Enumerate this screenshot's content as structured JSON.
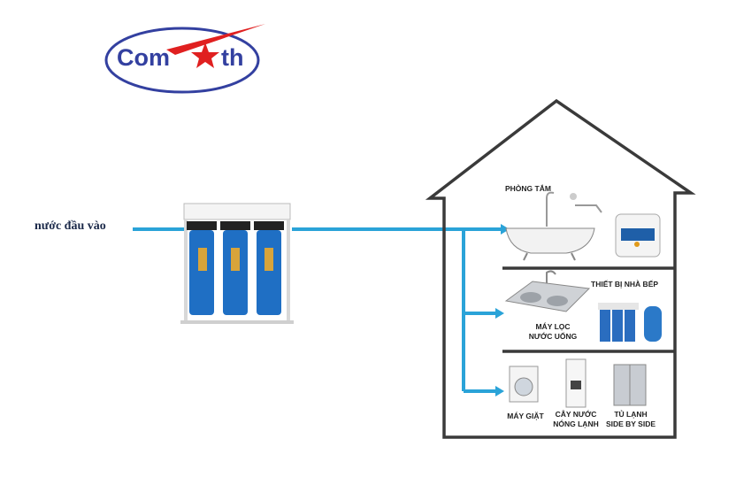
{
  "logo": {
    "text_left": "Com",
    "text_right": "th",
    "brand_blue": "#3340a0",
    "star_red": "#e02020"
  },
  "inlet_label": "nước đầu vào",
  "rooms": {
    "bathroom": "PHÒNG TẮM",
    "kitchen_appliance": "THIẾT BỊ NHÀ BẾP",
    "water_filter": "MÁY LỌC\nNƯỚC UỐNG",
    "washing_machine": "MÁY GIẶT",
    "water_dispenser": "CÂY NƯỚC\nNÓNG LẠNH",
    "fridge": "TỦ LẠNH\nSIDE BY SIDE"
  },
  "colors": {
    "pipe": "#2aa3d8",
    "house_outline": "#3a3a3a",
    "filter_blue": "#1f6fc4"
  }
}
